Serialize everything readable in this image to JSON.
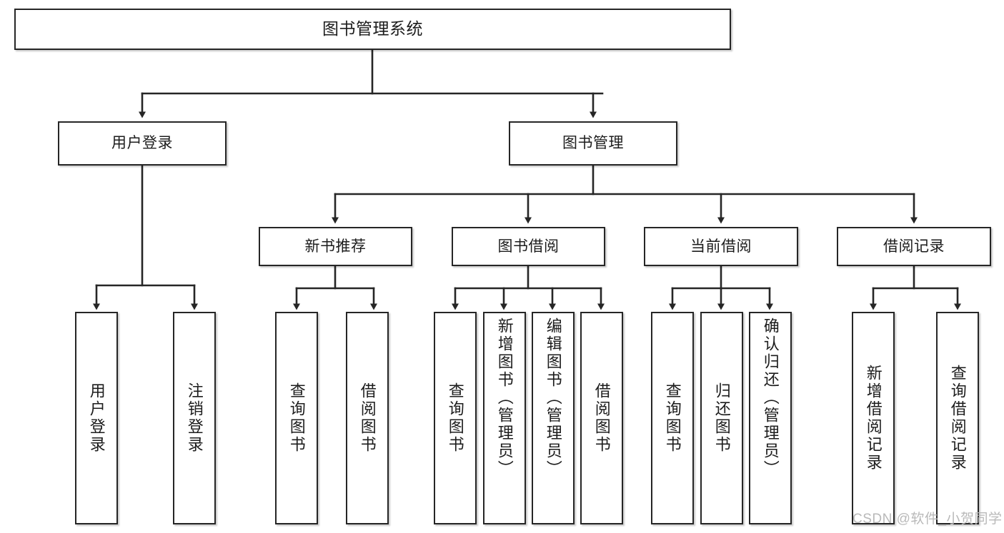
{
  "diagram": {
    "title": "图书管理系统",
    "type": "tree",
    "colors": {
      "box_border": "#262626",
      "box_fill": "#ffffff",
      "edge": "#262626",
      "text": "#1c1c1c",
      "watermark": "#b9b9b9"
    },
    "watermark": "CSDN @软件_小贺同学"
  },
  "nodes": {
    "root": {
      "label": "图书管理系统"
    },
    "level2": [
      {
        "id": "user-login",
        "label": "用户登录"
      },
      {
        "id": "book-manage",
        "label": "图书管理"
      }
    ],
    "level3": [
      {
        "id": "new-book-recommend",
        "label": "新书推荐"
      },
      {
        "id": "book-borrow",
        "label": "图书借阅"
      },
      {
        "id": "current-borrow",
        "label": "当前借阅"
      },
      {
        "id": "borrow-record",
        "label": "借阅记录"
      }
    ],
    "leaves": {
      "user_login": [
        {
          "id": "leaf-user-login",
          "label": "用户登录"
        },
        {
          "id": "leaf-logout",
          "label": "注销登录"
        }
      ],
      "new_book_recommend": [
        {
          "id": "leaf-query-book-1",
          "label": "查询图书"
        },
        {
          "id": "leaf-borrow-book-1",
          "label": "借阅图书"
        }
      ],
      "book_borrow": [
        {
          "id": "leaf-query-book-2",
          "label": "查询图书"
        },
        {
          "id": "leaf-add-book",
          "label": "新增图书（管理员）"
        },
        {
          "id": "leaf-edit-book",
          "label": "编辑图书（管理员）"
        },
        {
          "id": "leaf-borrow-book-2",
          "label": "借阅图书"
        }
      ],
      "current_borrow": [
        {
          "id": "leaf-query-book-3",
          "label": "查询图书"
        },
        {
          "id": "leaf-return-book",
          "label": "归还图书"
        },
        {
          "id": "leaf-confirm-return",
          "label": "确认归还（管理员）"
        }
      ],
      "borrow_record": [
        {
          "id": "leaf-add-record",
          "label": "新增借阅记录"
        },
        {
          "id": "leaf-query-record",
          "label": "查询借阅记录"
        }
      ]
    }
  }
}
